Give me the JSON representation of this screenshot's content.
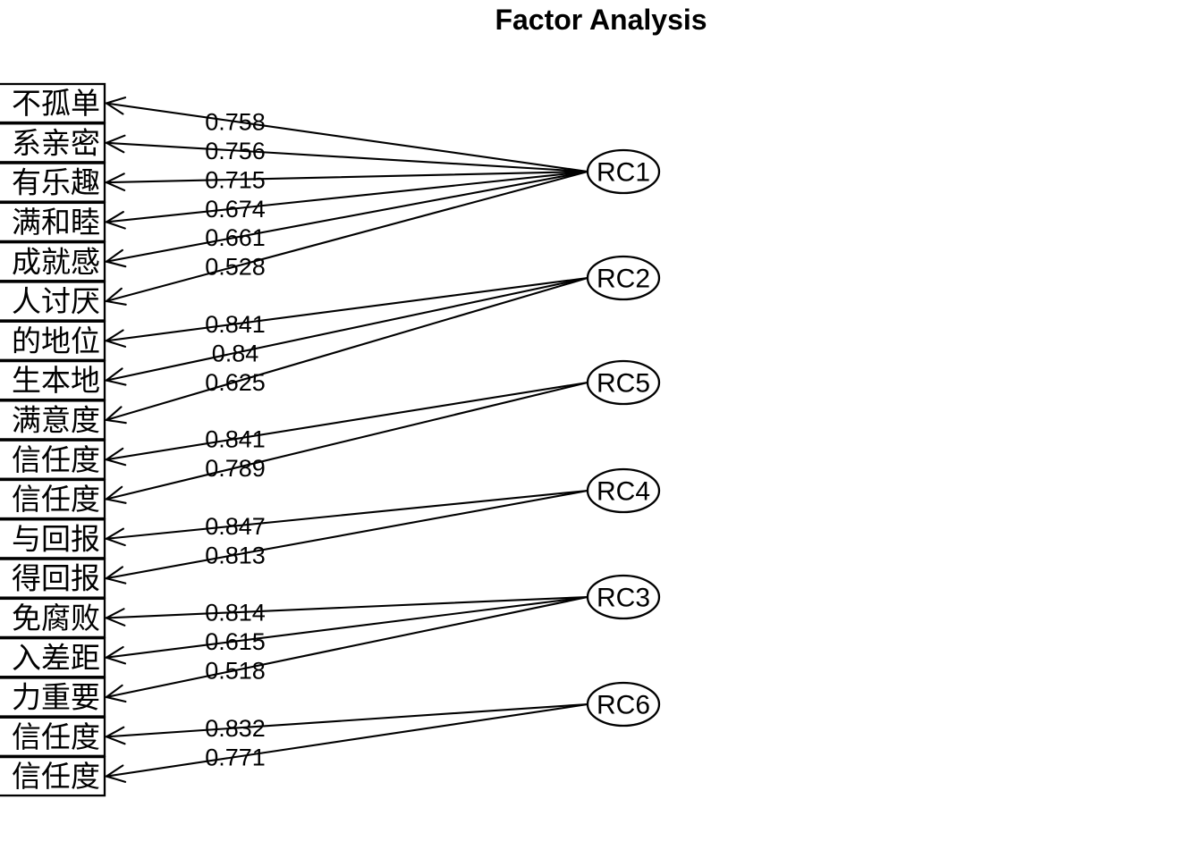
{
  "title": "Factor Analysis",
  "diagram": {
    "type": "factor-analysis-path-diagram",
    "colors": {
      "stroke": "#000000",
      "background": "#ffffff",
      "text": "#000000"
    },
    "variables": [
      "不孤单",
      "系亲密",
      "有乐趣",
      "满和睦",
      "成就感",
      "人讨厌",
      "的地位",
      "生本地",
      "满意度",
      "信任度",
      "信任度",
      "与回报",
      "得回报",
      "免腐败",
      "入差距",
      "力重要",
      "信任度",
      "信任度"
    ],
    "factors": [
      {
        "label": "RC1",
        "loadings": [
          {
            "variable_index": 0,
            "value": "0.758"
          },
          {
            "variable_index": 1,
            "value": "0.756"
          },
          {
            "variable_index": 2,
            "value": "0.715"
          },
          {
            "variable_index": 3,
            "value": "0.674"
          },
          {
            "variable_index": 4,
            "value": "0.661"
          },
          {
            "variable_index": 5,
            "value": "0.528"
          }
        ]
      },
      {
        "label": "RC2",
        "loadings": [
          {
            "variable_index": 6,
            "value": "0.841"
          },
          {
            "variable_index": 7,
            "value": "0.84"
          },
          {
            "variable_index": 8,
            "value": "0.625"
          }
        ]
      },
      {
        "label": "RC5",
        "loadings": [
          {
            "variable_index": 9,
            "value": "0.841"
          },
          {
            "variable_index": 10,
            "value": "0.789"
          }
        ]
      },
      {
        "label": "RC4",
        "loadings": [
          {
            "variable_index": 11,
            "value": "0.847"
          },
          {
            "variable_index": 12,
            "value": "0.813"
          }
        ]
      },
      {
        "label": "RC3",
        "loadings": [
          {
            "variable_index": 13,
            "value": "0.814"
          },
          {
            "variable_index": 14,
            "value": "0.615"
          },
          {
            "variable_index": 15,
            "value": "0.518"
          }
        ]
      },
      {
        "label": "RC6",
        "loadings": [
          {
            "variable_index": 16,
            "value": "0.832"
          },
          {
            "variable_index": 17,
            "value": "0.771"
          }
        ]
      }
    ]
  }
}
